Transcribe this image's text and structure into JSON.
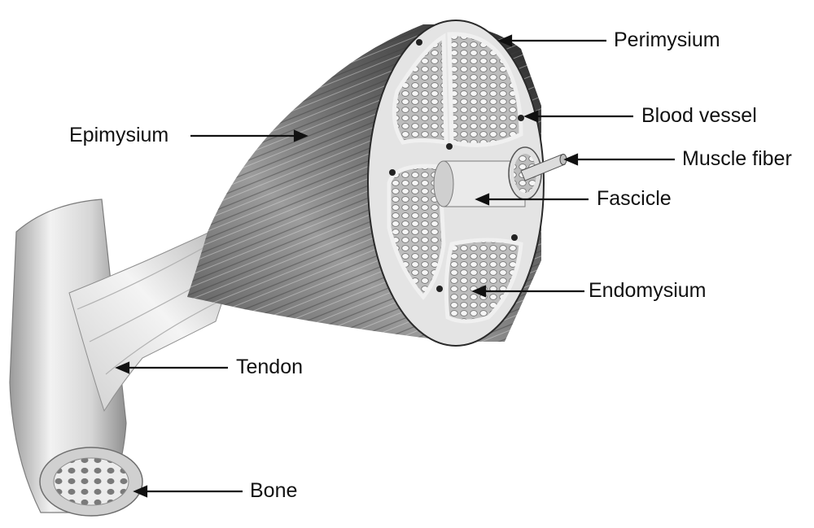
{
  "labels": {
    "perimysium": "Perimysium",
    "blood_vessel": "Blood vessel",
    "muscle_fiber": "Muscle fiber",
    "epimysium": "Epimysium",
    "fascicle": "Fascicle",
    "endomysium": "Endomysium",
    "tendon": "Tendon",
    "bone": "Bone"
  },
  "colors": {
    "background": "#ffffff",
    "muscle_dark": "#2e2e2e",
    "muscle_light": "#8a8a8a",
    "tissue_light": "#e6e6e6",
    "bone": "#d9d9d9",
    "line": "#111111"
  }
}
